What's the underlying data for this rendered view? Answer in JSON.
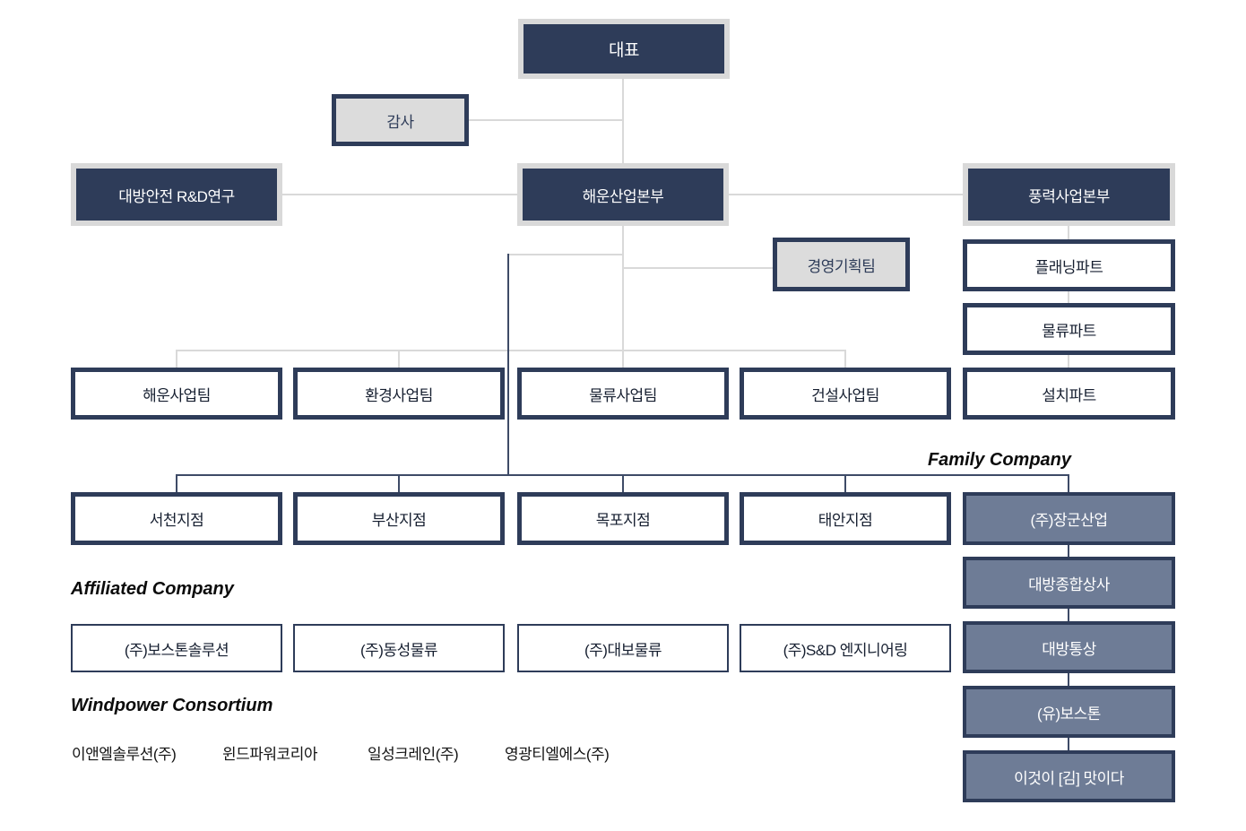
{
  "colors": {
    "navy_fill": "#2e3c59",
    "slate_fill": "#6e7c96",
    "gray_fill": "#dcdcdc",
    "gray_line": "#d9d9d9",
    "navy_line": "#3e4b67",
    "white": "#ffffff"
  },
  "org": {
    "ceo": {
      "label": "대표"
    },
    "audit": {
      "label": "감사"
    },
    "divisions": [
      {
        "label": "대방안전 R&D연구"
      },
      {
        "label": "해운산업본부"
      },
      {
        "label": "풍력사업본부"
      }
    ],
    "planning_team": {
      "label": "경영기획팀"
    },
    "wind_parts": [
      "플래닝파트",
      "물류파트",
      "설치파트"
    ],
    "teams": [
      "해운사업팀",
      "환경사업팀",
      "물류사업팀",
      "건설사업팀"
    ],
    "branches": [
      "서천지점",
      "부산지점",
      "목포지점",
      "태안지점"
    ],
    "family": {
      "label": "Family Company",
      "items": [
        "(주)장군산업",
        "대방종합상사",
        "대방통상",
        "(유)보스톤",
        "이것이 [김] 맛이다"
      ]
    },
    "affiliated": {
      "label": "Affiliated Company",
      "items": [
        "(주)보스톤솔루션",
        "(주)동성물류",
        "(주)대보물류",
        "(주)S&D 엔지니어링"
      ]
    },
    "windpower": {
      "label": "Windpower Consortium",
      "items": [
        "이앤엘솔루션(주)",
        "윈드파워코리아",
        "일성크레인(주)",
        "영광티엘에스(주)"
      ]
    }
  }
}
